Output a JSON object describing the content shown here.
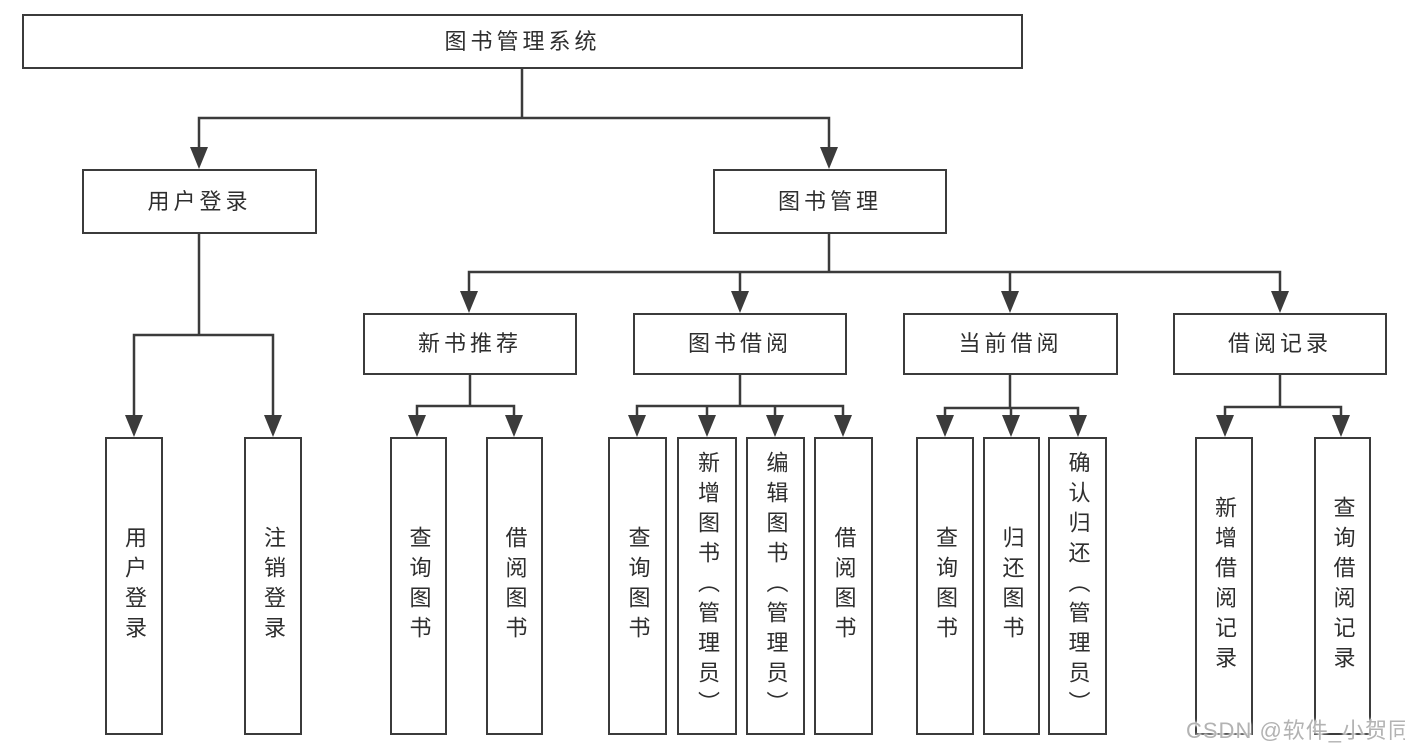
{
  "tree": {
    "label": "图书管理系统",
    "children": [
      {
        "label": "用户登录",
        "children": [
          {
            "label": "用户登录"
          },
          {
            "label": "注销登录"
          }
        ]
      },
      {
        "label": "图书管理",
        "children": [
          {
            "label": "新书推荐",
            "children": [
              {
                "label": "查询图书"
              },
              {
                "label": "借阅图书"
              }
            ]
          },
          {
            "label": "图书借阅",
            "children": [
              {
                "label": "查询图书"
              },
              {
                "label": "新增图书（管理员）"
              },
              {
                "label": "编辑图书（管理员）"
              },
              {
                "label": "借阅图书"
              }
            ]
          },
          {
            "label": "当前借阅",
            "children": [
              {
                "label": "查询图书"
              },
              {
                "label": "归还图书"
              },
              {
                "label": "确认归还（管理员）"
              }
            ]
          },
          {
            "label": "借阅记录",
            "children": [
              {
                "label": "新增借阅记录"
              },
              {
                "label": "查询借阅记录"
              }
            ]
          }
        ]
      }
    ]
  },
  "watermark": {
    "text": "CSDN @软件_小贺同学"
  },
  "colors": {
    "line": "#3b3b3b",
    "box_border": "#3b3b3b",
    "text": "#2e2e2e",
    "watermark": "#b3b3b3",
    "background": "#ffffff"
  }
}
